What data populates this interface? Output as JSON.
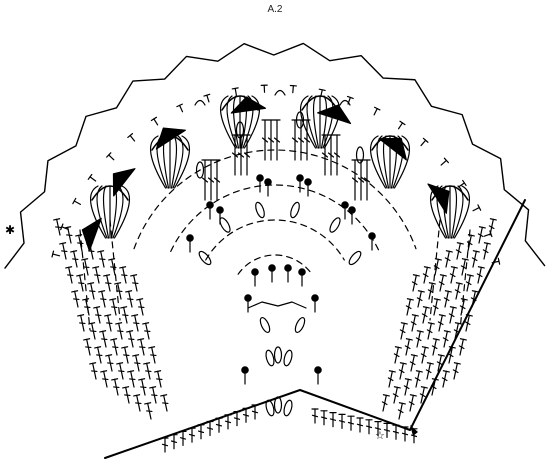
{
  "diagram": {
    "title": "A.2",
    "start_marker": "✱",
    "end_marker": "☆"
  },
  "symbols": {
    "treble": "treble-crochet",
    "chain": "chain-stitch",
    "bobble": "bobble-cluster",
    "shell": "fan-shell",
    "picot": "picot-loop",
    "wedge": "solid-wedge"
  }
}
